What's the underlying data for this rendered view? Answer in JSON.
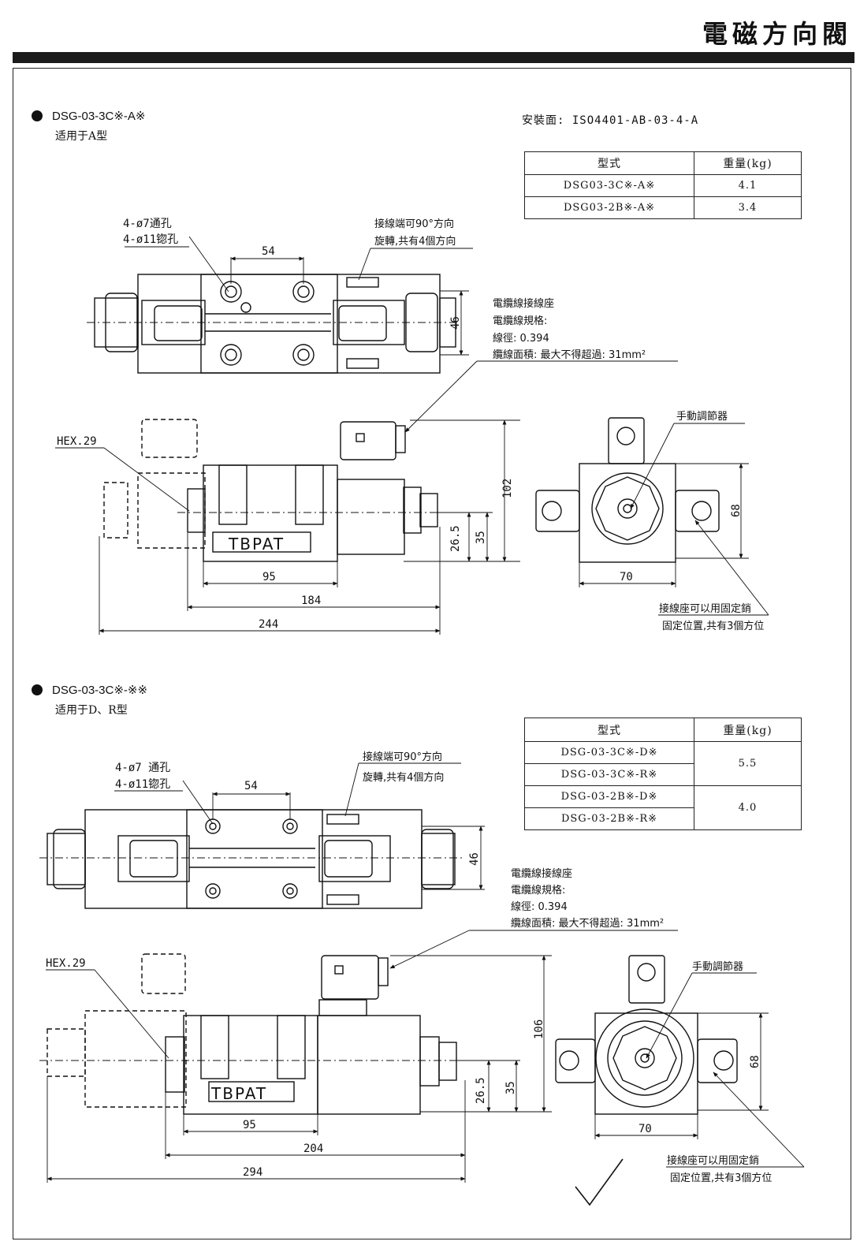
{
  "header": {
    "title": "電磁方向閥"
  },
  "section_a": {
    "title": "DSG-03-3C※-A※",
    "subtitle": "适用于A型",
    "mounting": "安裝面: ISO4401-AB-03-4-A",
    "table": {
      "col_model": "型式",
      "col_weight": "重量(kg)",
      "rows": [
        {
          "model": "DSG03-3C※-A※",
          "weight": "4.1"
        },
        {
          "model": "DSG03-2B※-A※",
          "weight": "3.4"
        }
      ]
    },
    "labels": {
      "hole_through": "4-ø7通孔",
      "hole_counterbore": "4-ø11锪孔",
      "terminal_rotate_1": "接線端可90°方向",
      "terminal_rotate_2": "旋轉,共有4個方向",
      "cable_socket": "電纜線接線座",
      "cable_spec": "電纜線規格:",
      "cable_dia": "線徑: 0.394",
      "cable_area": "纜線面積: 最大不得超過: 31mm²",
      "hex": "HEX.29",
      "manual": "手動調節器",
      "fix_pin_1": "接線座可以用固定銷",
      "fix_pin_2": "固定位置,共有3個方位",
      "brand": "TBPAT"
    },
    "dims": {
      "d54": "54",
      "d46": "46",
      "d102": "102",
      "d35": "35",
      "d26_5": "26.5",
      "d95": "95",
      "d184": "184",
      "d244": "244",
      "d68": "68",
      "d70": "70"
    }
  },
  "section_b": {
    "title": "DSG-03-3C※-※※",
    "subtitle": "适用于D、R型",
    "table": {
      "col_model": "型式",
      "col_weight": "重量(kg)",
      "rows": [
        {
          "model": "DSG-03-3C※-D※",
          "weight": "5.5"
        },
        {
          "model": "DSG-03-3C※-R※",
          "weight": ""
        },
        {
          "model": "DSG-03-2B※-D※",
          "weight": "4.0"
        },
        {
          "model": "DSG-03-2B※-R※",
          "weight": ""
        }
      ]
    },
    "labels": {
      "hole_through": "4-ø7 通孔",
      "hole_counterbore": "4-ø11锪孔",
      "terminal_rotate_1": "接線端可90°方向",
      "terminal_rotate_2": "旋轉,共有4個方向",
      "cable_socket": "電纜線接線座",
      "cable_spec": "電纜線規格:",
      "cable_dia": "線徑: 0.394",
      "cable_area": "纜線面積: 最大不得超過: 31mm²",
      "hex": "HEX.29",
      "manual": "手動調節器",
      "fix_pin_1": "接線座可以用固定銷",
      "fix_pin_2": "固定位置,共有3個方位",
      "brand": "TBPAT"
    },
    "dims": {
      "d54": "54",
      "d46": "46",
      "d106": "106",
      "d35": "35",
      "d26_5": "26.5",
      "d95": "95",
      "d204": "204",
      "d294": "294",
      "d68": "68",
      "d70": "70"
    }
  }
}
